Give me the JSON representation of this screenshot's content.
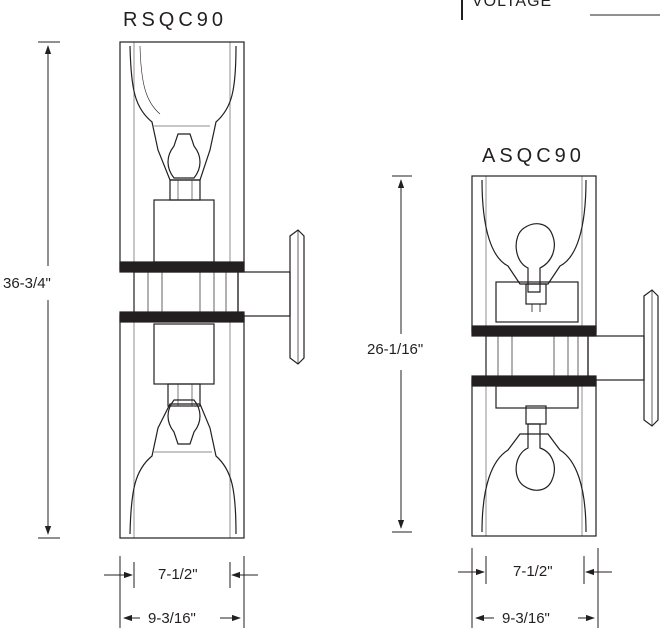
{
  "header": {
    "voltage_label": "VOLTAGE"
  },
  "fixtures": [
    {
      "model": "RSQC90",
      "height": "36-3/4\"",
      "width_inner": "7-1/2\"",
      "width_outer": "9-3/16\""
    },
    {
      "model": "ASQC90",
      "height": "26-1/16\"",
      "width_inner": "7-1/2\"",
      "width_outer": "9-3/16\""
    }
  ],
  "colors": {
    "line": "#231f20",
    "background": "#ffffff"
  }
}
